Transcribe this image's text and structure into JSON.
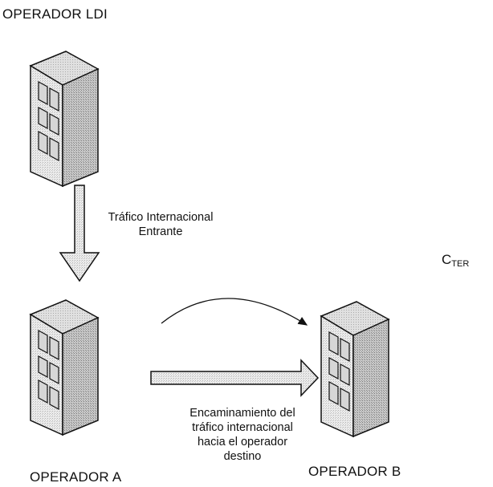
{
  "labels": {
    "operador_ldi": "OPERADOR LDI",
    "operador_a": "OPERADOR A",
    "operador_b": "OPERADOR B",
    "trafico_line1": "Tráfico Internacional",
    "trafico_line2": "Entrante",
    "encamin_line1": "Encaminamiento del",
    "encamin_line2": "tráfico internacional",
    "encamin_line3": "hacia el operador",
    "encamin_line4": "destino",
    "cter_main": "C",
    "cter_sub": "TER"
  },
  "icons": {
    "building": "building-icon",
    "down_arrow": "block-arrow-down-icon",
    "right_arrow": "block-arrow-right-icon",
    "curved_arrow": "curved-arrow-icon"
  },
  "colors": {
    "stroke": "#111111",
    "fill_light": "#e6e6e6",
    "fill_mid": "#cfcfcf",
    "fill_dark": "#9a9a9a",
    "window": "#d8d8d8"
  }
}
